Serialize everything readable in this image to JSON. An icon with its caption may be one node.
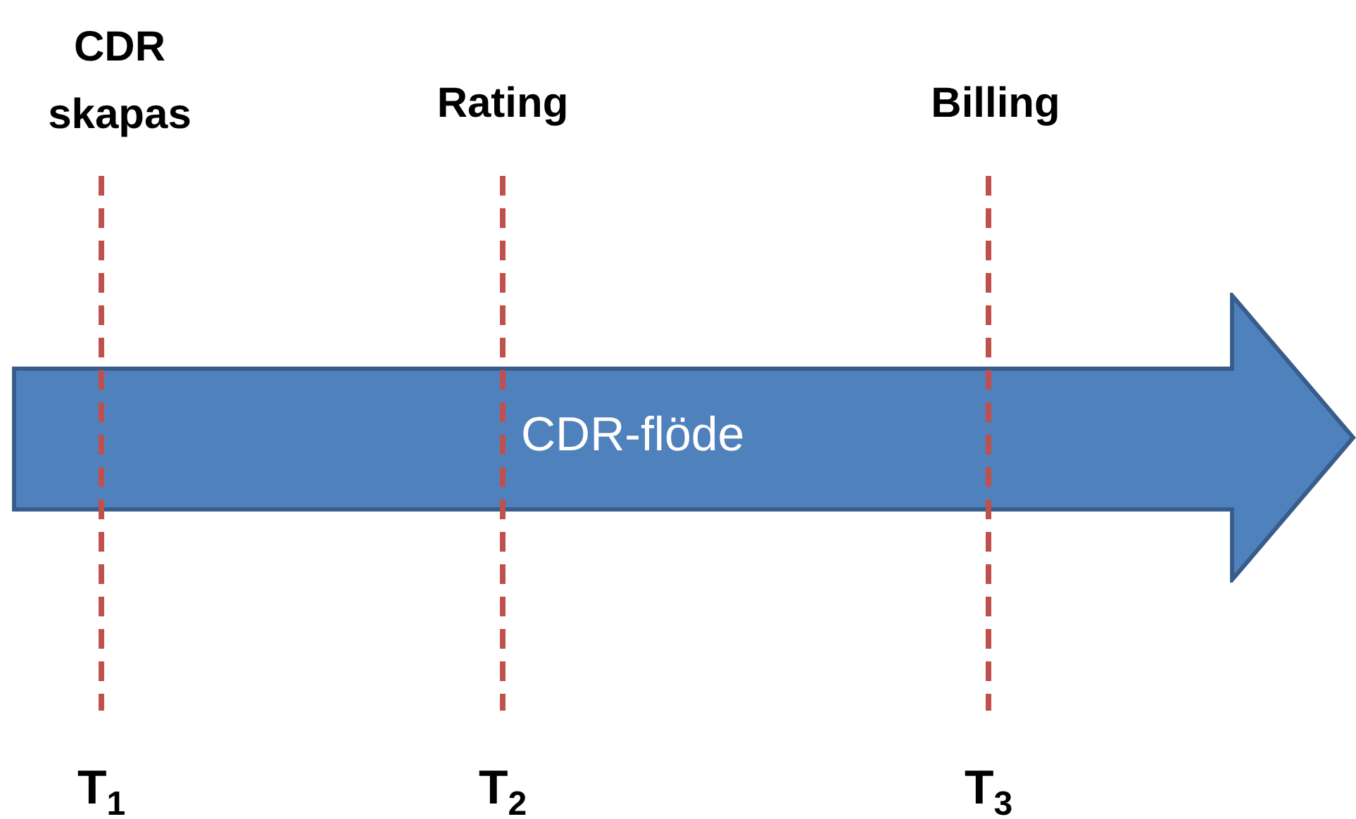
{
  "diagram": {
    "nodes": [
      {
        "text": [
          "CDR-flöde"
        ]
      }
    ],
    "labels": [
      "CDR skapas",
      "Rating",
      "Billing",
      "T$_{1}$",
      "T$_{2}$",
      "T$_{3}$"
    ]
  }
}
